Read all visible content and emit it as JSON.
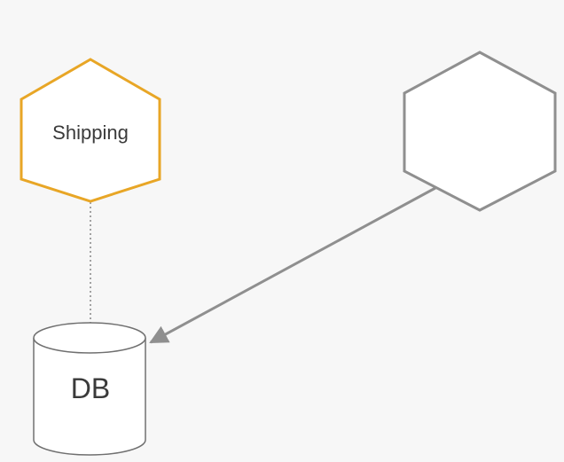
{
  "nodes": {
    "shipping": {
      "label": "Shipping",
      "shape": "hexagon",
      "color": "#e8a626"
    },
    "unnamed_service": {
      "label": "",
      "shape": "hexagon",
      "color": "#8f8f8f"
    },
    "database": {
      "label": "DB",
      "shape": "cylinder",
      "color": "#707070"
    }
  },
  "edges": [
    {
      "from": "shipping",
      "to": "database",
      "style": "dotted",
      "arrow": false
    },
    {
      "from": "unnamed_service",
      "to": "database",
      "style": "solid",
      "arrow": true
    }
  ],
  "colors": {
    "background": "#f7f7f7",
    "text": "#3a3a3a",
    "edge_gray": "#8f8f8f",
    "dotted_line": "#6a6a6a"
  }
}
